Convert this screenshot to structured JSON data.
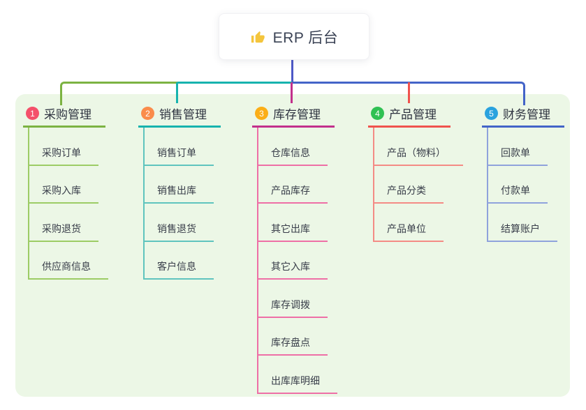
{
  "root": {
    "icon": "thumbs-up",
    "label": "ERP 后台"
  },
  "panel": {
    "background": "#ECF7E6"
  },
  "connectors": {
    "root_stem_color": "#4E59C7"
  },
  "branches": [
    {
      "index": "1",
      "label": "采购管理",
      "badge_color": "#F4506A",
      "line_color": "#7CB342",
      "child_line_color": "#9CCC65",
      "children": [
        "采购订单",
        "采购入库",
        "采购退货",
        "供应商信息"
      ]
    },
    {
      "index": "2",
      "label": "销售管理",
      "badge_color": "#FA8C4B",
      "line_color": "#17B3AE",
      "child_line_color": "#5FC4BE",
      "children": [
        "销售订单",
        "销售出库",
        "销售退货",
        "客户信息"
      ]
    },
    {
      "index": "3",
      "label": "库存管理",
      "badge_color": "#FBAE17",
      "line_color": "#C2308C",
      "child_line_color": "#EE6FA6",
      "children": [
        "仓库信息",
        "产品库存",
        "其它出库",
        "其它入库",
        "库存调拨",
        "库存盘点",
        "出库库明细"
      ]
    },
    {
      "index": "4",
      "label": "产品管理",
      "badge_color": "#30C153",
      "line_color": "#F0534E",
      "child_line_color": "#F48B85",
      "children": [
        "产品（物料）",
        "产品分类",
        "产品单位"
      ]
    },
    {
      "index": "5",
      "label": "财务管理",
      "badge_color": "#2AA2DE",
      "line_color": "#4364C8",
      "child_line_color": "#8FA2DC",
      "children": [
        "回款单",
        "付款单",
        "结算账户"
      ]
    }
  ]
}
